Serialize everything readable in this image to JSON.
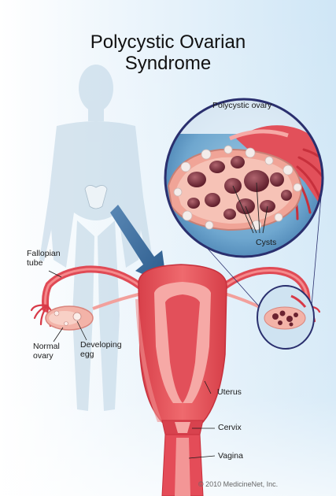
{
  "title": {
    "line1": "Polycystic Ovarian",
    "line2": "Syndrome"
  },
  "labels": {
    "polycystic_ovary": "Polycystic ovary",
    "cysts": "Cysts",
    "fallopian_tube_line1": "Fallopian",
    "fallopian_tube_line2": "tube",
    "normal_ovary_line1": "Normal",
    "normal_ovary_line2": "ovary",
    "developing_egg_line1": "Developing",
    "developing_egg_line2": "egg",
    "uterus": "Uterus",
    "cervix": "Cervix",
    "vagina": "Vagina"
  },
  "copyright": "© 2010 MedicineNet, Inc.",
  "colors": {
    "background_blue": "#cfe6f6",
    "uterus_red": "#e8505a",
    "uterus_light": "#f6a9a6",
    "magnifier_ring": "#2a2f6e",
    "arrow_blue": "#2e5f8f"
  }
}
